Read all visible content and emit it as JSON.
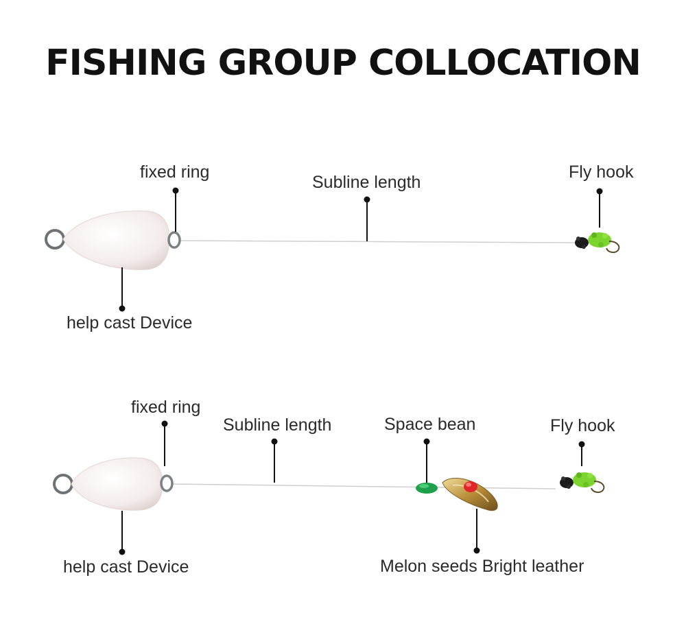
{
  "title": "FISHING GROUP COLLOCATION",
  "rig1": {
    "fixed_ring": "fixed ring",
    "subline_length": "Subline length",
    "fly_hook": "Fly hook",
    "help_cast_device": "help cast Device"
  },
  "rig2": {
    "fixed_ring": "fixed ring",
    "subline_length": "Subline length",
    "space_bean": "Space bean",
    "fly_hook": "Fly hook",
    "help_cast_device": "help cast Device",
    "melon_seeds": "Melon seeds Bright leather"
  },
  "colors": {
    "float": "#f2ebea",
    "ring": "#8a8d90",
    "space_bean": "#1fa04a",
    "spinner": "#c9a04a",
    "fly_body": "#78d12a",
    "fly_head": "#1a1a1a",
    "red_bead": "#e0262a"
  }
}
